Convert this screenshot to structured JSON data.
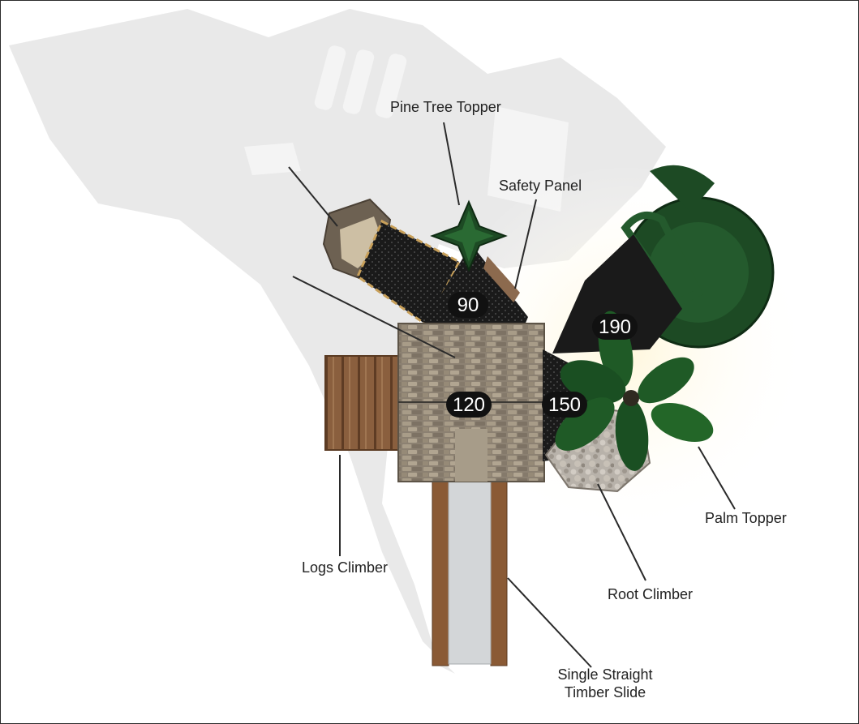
{
  "callouts": {
    "pine_tree_topper": "Pine Tree Topper",
    "safety_panel": "Safety Panel",
    "palm_topper": "Palm Topper",
    "root_climber": "Root Climber",
    "logs_climber": "Logs Climber",
    "single_straight_timber_slide_line1": "Single Straight",
    "single_straight_timber_slide_line2": "Timber Slide"
  },
  "deck_heights": {
    "deck_a": "90",
    "deck_b": "120",
    "deck_c": "150",
    "deck_d": "190"
  },
  "colors": {
    "border": "#2b2b2b",
    "shadow": "#e6e6e6",
    "deck_surface": "#1b1b1b",
    "slide_green": "#1d4a24",
    "timber": "#8a5a35",
    "stone": "#9c8f7d",
    "slide_bed": "#d3d6d8",
    "leader_line": "#2a2a2a"
  }
}
